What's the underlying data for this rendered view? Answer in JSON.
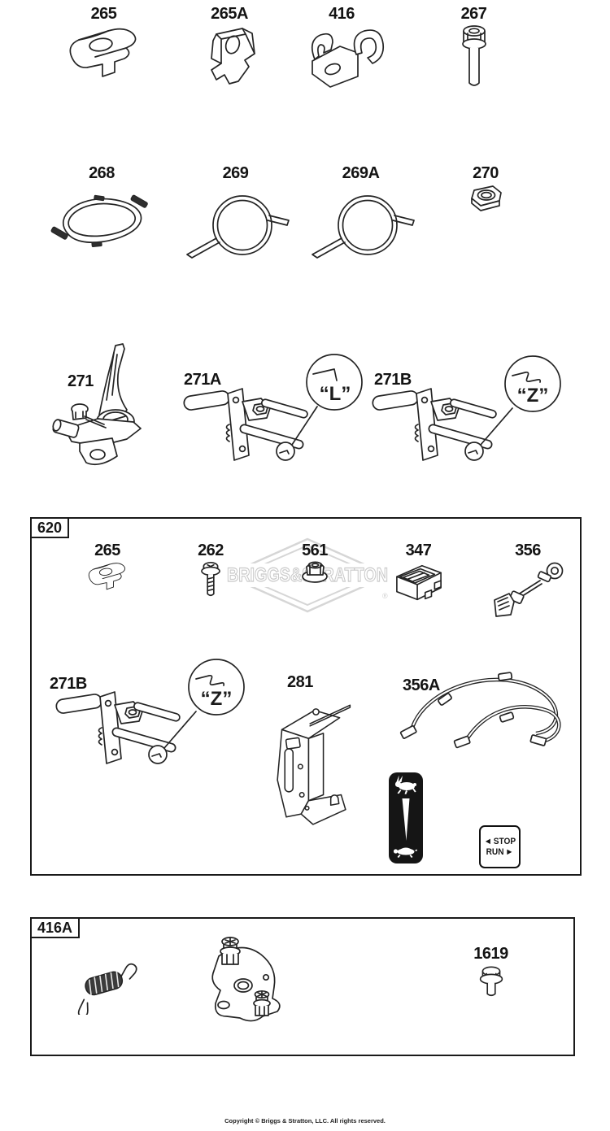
{
  "figures": {
    "p265": {
      "label": "265"
    },
    "p265a": {
      "label": "265A"
    },
    "p416": {
      "label": "416"
    },
    "p267": {
      "label": "267"
    },
    "p268": {
      "label": "268"
    },
    "p269": {
      "label": "269"
    },
    "p269a": {
      "label": "269A"
    },
    "p270": {
      "label": "270"
    },
    "p271": {
      "label": "271"
    },
    "p271a": {
      "label": "271A"
    },
    "p271b": {
      "label": "271B"
    }
  },
  "callouts": {
    "l": "“L”",
    "z": "“Z”"
  },
  "box620": {
    "tag": "620",
    "figures": {
      "p265": {
        "label": "265"
      },
      "p262": {
        "label": "262"
      },
      "p561": {
        "label": "561"
      },
      "p347": {
        "label": "347"
      },
      "p356": {
        "label": "356"
      },
      "p271b": {
        "label": "271B"
      },
      "p281": {
        "label": "281"
      },
      "p356a": {
        "label": "356A"
      }
    },
    "decal_stop_run": {
      "stop": "STOP",
      "run": "RUN",
      "arrow_left": "◄",
      "arrow_right": "►"
    }
  },
  "box416a": {
    "tag": "416A",
    "figures": {
      "p1619": {
        "label": "1619"
      }
    }
  },
  "watermark": {
    "text": "BRIGGS&STRATTON",
    "registered": "®"
  },
  "colors": {
    "line_art": "#242424",
    "watermark_gray": "#d6d6d6",
    "decal_black": "#151515"
  },
  "footer": {
    "copyright": "Copyright © Briggs & Stratton, LLC. All rights reserved."
  }
}
